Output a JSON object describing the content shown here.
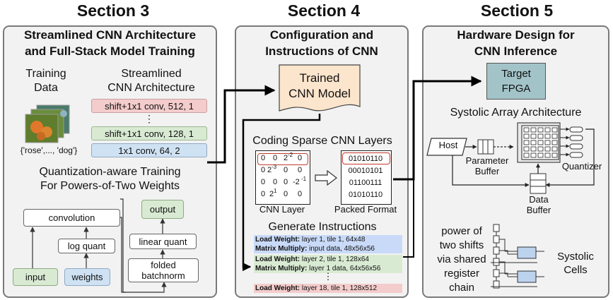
{
  "headings": {
    "s3": "Section 3",
    "s4": "Section 4",
    "s5": "Section 5"
  },
  "section3": {
    "title_line1": "Streamlined CNN Architecture",
    "title_line2": "and Full-Stack Model Training",
    "training_data_line1": "Training",
    "training_data_line2": "Data",
    "labels_text": "{'rose',..., 'dog'}",
    "arch_title_line1": "Streamlined",
    "arch_title_line2": "CNN Architecture",
    "layers": [
      {
        "label": "shift+1x1 conv, 512, 1",
        "color": "#f4cccc"
      },
      {
        "label": "shift+1x1 conv, 128, 1",
        "color": "#d9ead3"
      },
      {
        "label": "1x1 conv, 64, 2",
        "color": "#cfe2f3"
      }
    ],
    "vdots": "⋮",
    "quant_title_line1": "Quantization-aware Training",
    "quant_title_line2": "For Powers-of-Two Weights",
    "nodes": {
      "convolution": "convolution",
      "log_quant": "log quant",
      "input": "input",
      "weights": "weights",
      "output": "output",
      "linear_quant": "linear quant",
      "folded_line1": "folded",
      "folded_line2": "batchnorm"
    }
  },
  "section4": {
    "title_line1": "Configuration and",
    "title_line2": "Instructions of CNN",
    "trained_line1": "Trained",
    "trained_line2": "CNN Model",
    "coding_title": "Coding Sparse CNN Layers",
    "matrix_rows": [
      [
        "0",
        "0",
        "2^-2",
        "0"
      ],
      [
        "0",
        "2^-3",
        "0",
        "0"
      ],
      [
        "0",
        "0",
        "0",
        "-2^-1"
      ],
      [
        "0",
        "2^1",
        "0",
        "0"
      ]
    ],
    "packed_rows": [
      "01010110",
      "00010101",
      "01100111",
      "01010110"
    ],
    "cnn_layer_label": "CNN Layer",
    "packed_label": "Packed Format",
    "generate_title": "Generate Instructions",
    "instructions": [
      {
        "op": "Load Weight:",
        "args": " layer 1, tile 1, 64x48",
        "color": "#c9daf8"
      },
      {
        "op": "Matrix Multiply:",
        "args": " input data, 48x56x56",
        "color": "#c9daf8"
      },
      {
        "op": "Load Weight:",
        "args": " layer 2, tile 1, 128x64",
        "color": "#d9ead3"
      },
      {
        "op": "Matrix Multiply:",
        "args": " layer 1 data, 64x56x56",
        "color": "#d9ead3"
      },
      {
        "op": "Load Weight:",
        "args": " layer 18, tile 1, 128x512",
        "color": "#f4cccc"
      }
    ],
    "vdots": "⋮"
  },
  "section5": {
    "title_line1": "Hardware Design for",
    "title_line2": "CNN Inference",
    "target_line1": "Target",
    "target_line2": "FPGA",
    "systolic_title": "Systolic Array Architecture",
    "host": "Host",
    "param_buffer_line1": "Parameter",
    "param_buffer_line2": "Buffer",
    "quantizer": "Quantizer",
    "data_buffer_line1": "Data",
    "data_buffer_line2": "Buffer",
    "pow2_line1": "power of",
    "pow2_line2": "two shifts",
    "pow2_line3": "via shared",
    "pow2_line4": "register",
    "pow2_line5": "chain",
    "systolic_cells_line1": "Systolic",
    "systolic_cells_line2": "Cells"
  },
  "colors": {
    "panel_bg": "#f2f2f2",
    "panel_border": "#7a7a7a",
    "red_layer": "#f4cccc",
    "green_layer": "#d9ead3",
    "blue_layer": "#cfe2f3",
    "trained_doc": "#fce5cd",
    "fpga": "#a2c4c9",
    "systolic_cell": "#bcd3ee"
  }
}
